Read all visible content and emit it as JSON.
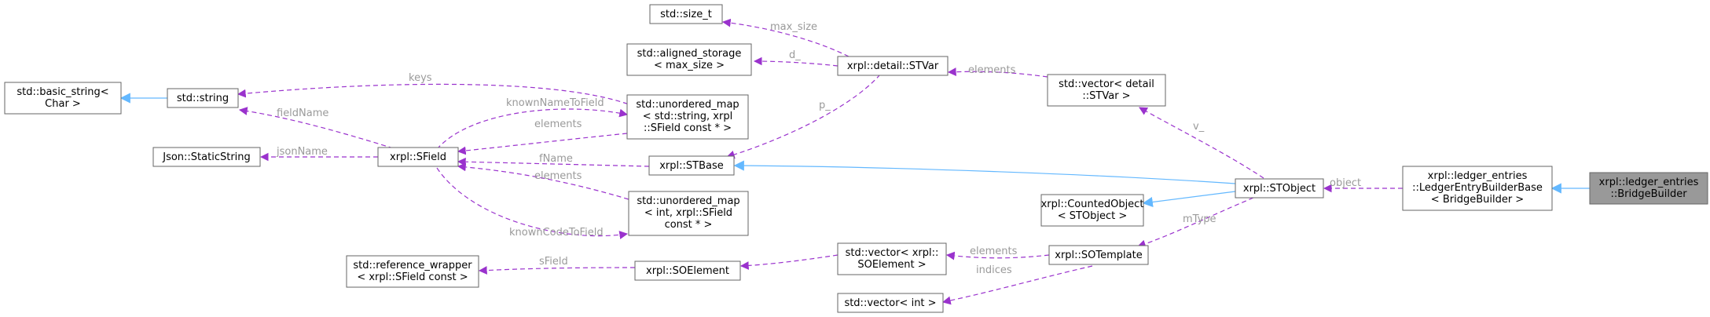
{
  "nodes": {
    "bridge_builder": {
      "lines": [
        "xrpl::ledger_entries",
        "::BridgeBuilder"
      ],
      "focus": true
    },
    "ledger_entry_builder_base": {
      "lines": [
        "xrpl::ledger_entries",
        "::LedgerEntryBuilderBase",
        "< BridgeBuilder >"
      ]
    },
    "stobject": {
      "lines": [
        "xrpl::STObject"
      ]
    },
    "stvector_detail": {
      "lines": [
        "std::vector< detail",
        "::STVar >"
      ]
    },
    "stvar": {
      "lines": [
        "xrpl::detail::STVar"
      ]
    },
    "size_t": {
      "lines": [
        "std::size_t"
      ]
    },
    "aligned_storage": {
      "lines": [
        "std::aligned_storage",
        "< max_size >"
      ]
    },
    "stbase": {
      "lines": [
        "xrpl::STBase"
      ]
    },
    "sfield": {
      "lines": [
        "xrpl::SField"
      ]
    },
    "basic_string": {
      "lines": [
        "std::basic_string<",
        "Char >"
      ]
    },
    "string": {
      "lines": [
        "std::string"
      ]
    },
    "static_string": {
      "lines": [
        "Json::StaticString"
      ]
    },
    "umap_string": {
      "lines": [
        "std::unordered_map",
        "< std::string, xrpl",
        "::SField const * >"
      ]
    },
    "umap_int": {
      "lines": [
        "std::unordered_map",
        "< int, xrpl::SField",
        "const * >"
      ]
    },
    "counted_object": {
      "lines": [
        "xrpl::CountedObject",
        "< STObject >"
      ]
    },
    "sotemplate": {
      "lines": [
        "xrpl::SOTemplate"
      ]
    },
    "soelement_vector": {
      "lines": [
        "std::vector< xrpl::",
        "SOElement >"
      ]
    },
    "int_vector": {
      "lines": [
        "std::vector< int >"
      ]
    },
    "soelement": {
      "lines": [
        "xrpl::SOElement"
      ]
    },
    "reference_wrapper": {
      "lines": [
        "std::reference_wrapper",
        "< xrpl::SField const >"
      ]
    }
  },
  "edges": {
    "object": "object",
    "v_": "v_",
    "elements_stvar": "elements",
    "max_size": "max_size",
    "d_": "d_",
    "p_": "p_",
    "keys": "keys",
    "field_name": "fieldName",
    "json_name": "jsonName",
    "known_name_to_field": "knownNameToField",
    "elements_umap_string": "elements",
    "f_name": "fName",
    "elements_umap_int": "elements",
    "known_code_to_field": "knownCodeToField",
    "m_type": "mType",
    "elements_soelement": "elements",
    "indices": "indices",
    "s_field": "sField"
  },
  "colors": {
    "usage_edge": "#9a32cd",
    "inheritance_edge": "#63b8ff",
    "focus_fill": "#999999",
    "node_border": "#666666",
    "edge_label": "#9a9a9a"
  }
}
